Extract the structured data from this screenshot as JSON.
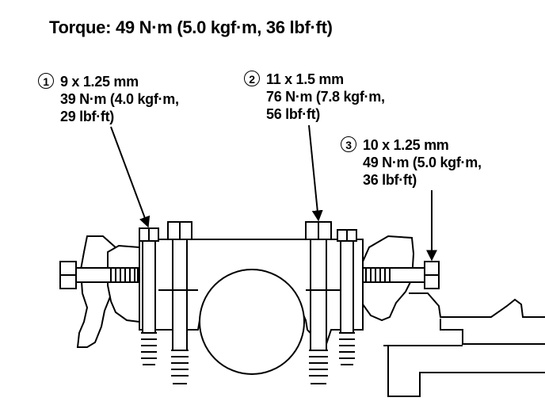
{
  "title": "Torque: 49 N·m (5.0 kgf·m, 36 lbf·ft)",
  "specs": [
    {
      "number": "1",
      "symbol": "①",
      "size": "9 x 1.25 mm",
      "torque_line1": "39 N·m (4.0 kgf·m,",
      "torque_line2": "29 lbf·ft)"
    },
    {
      "number": "2",
      "symbol": "②",
      "size": "11 x 1.5 mm",
      "torque_line1": "76 N·m (7.8 kgf·m,",
      "torque_line2": "56 lbf·ft)"
    },
    {
      "number": "3",
      "symbol": "③",
      "size": "10 x 1.25 mm",
      "torque_line1": "49 N·m (5.0 kgf·m,",
      "torque_line2": "36 lbf·ft)"
    }
  ],
  "colors": {
    "ink": "#000000",
    "paper": "#ffffff"
  }
}
